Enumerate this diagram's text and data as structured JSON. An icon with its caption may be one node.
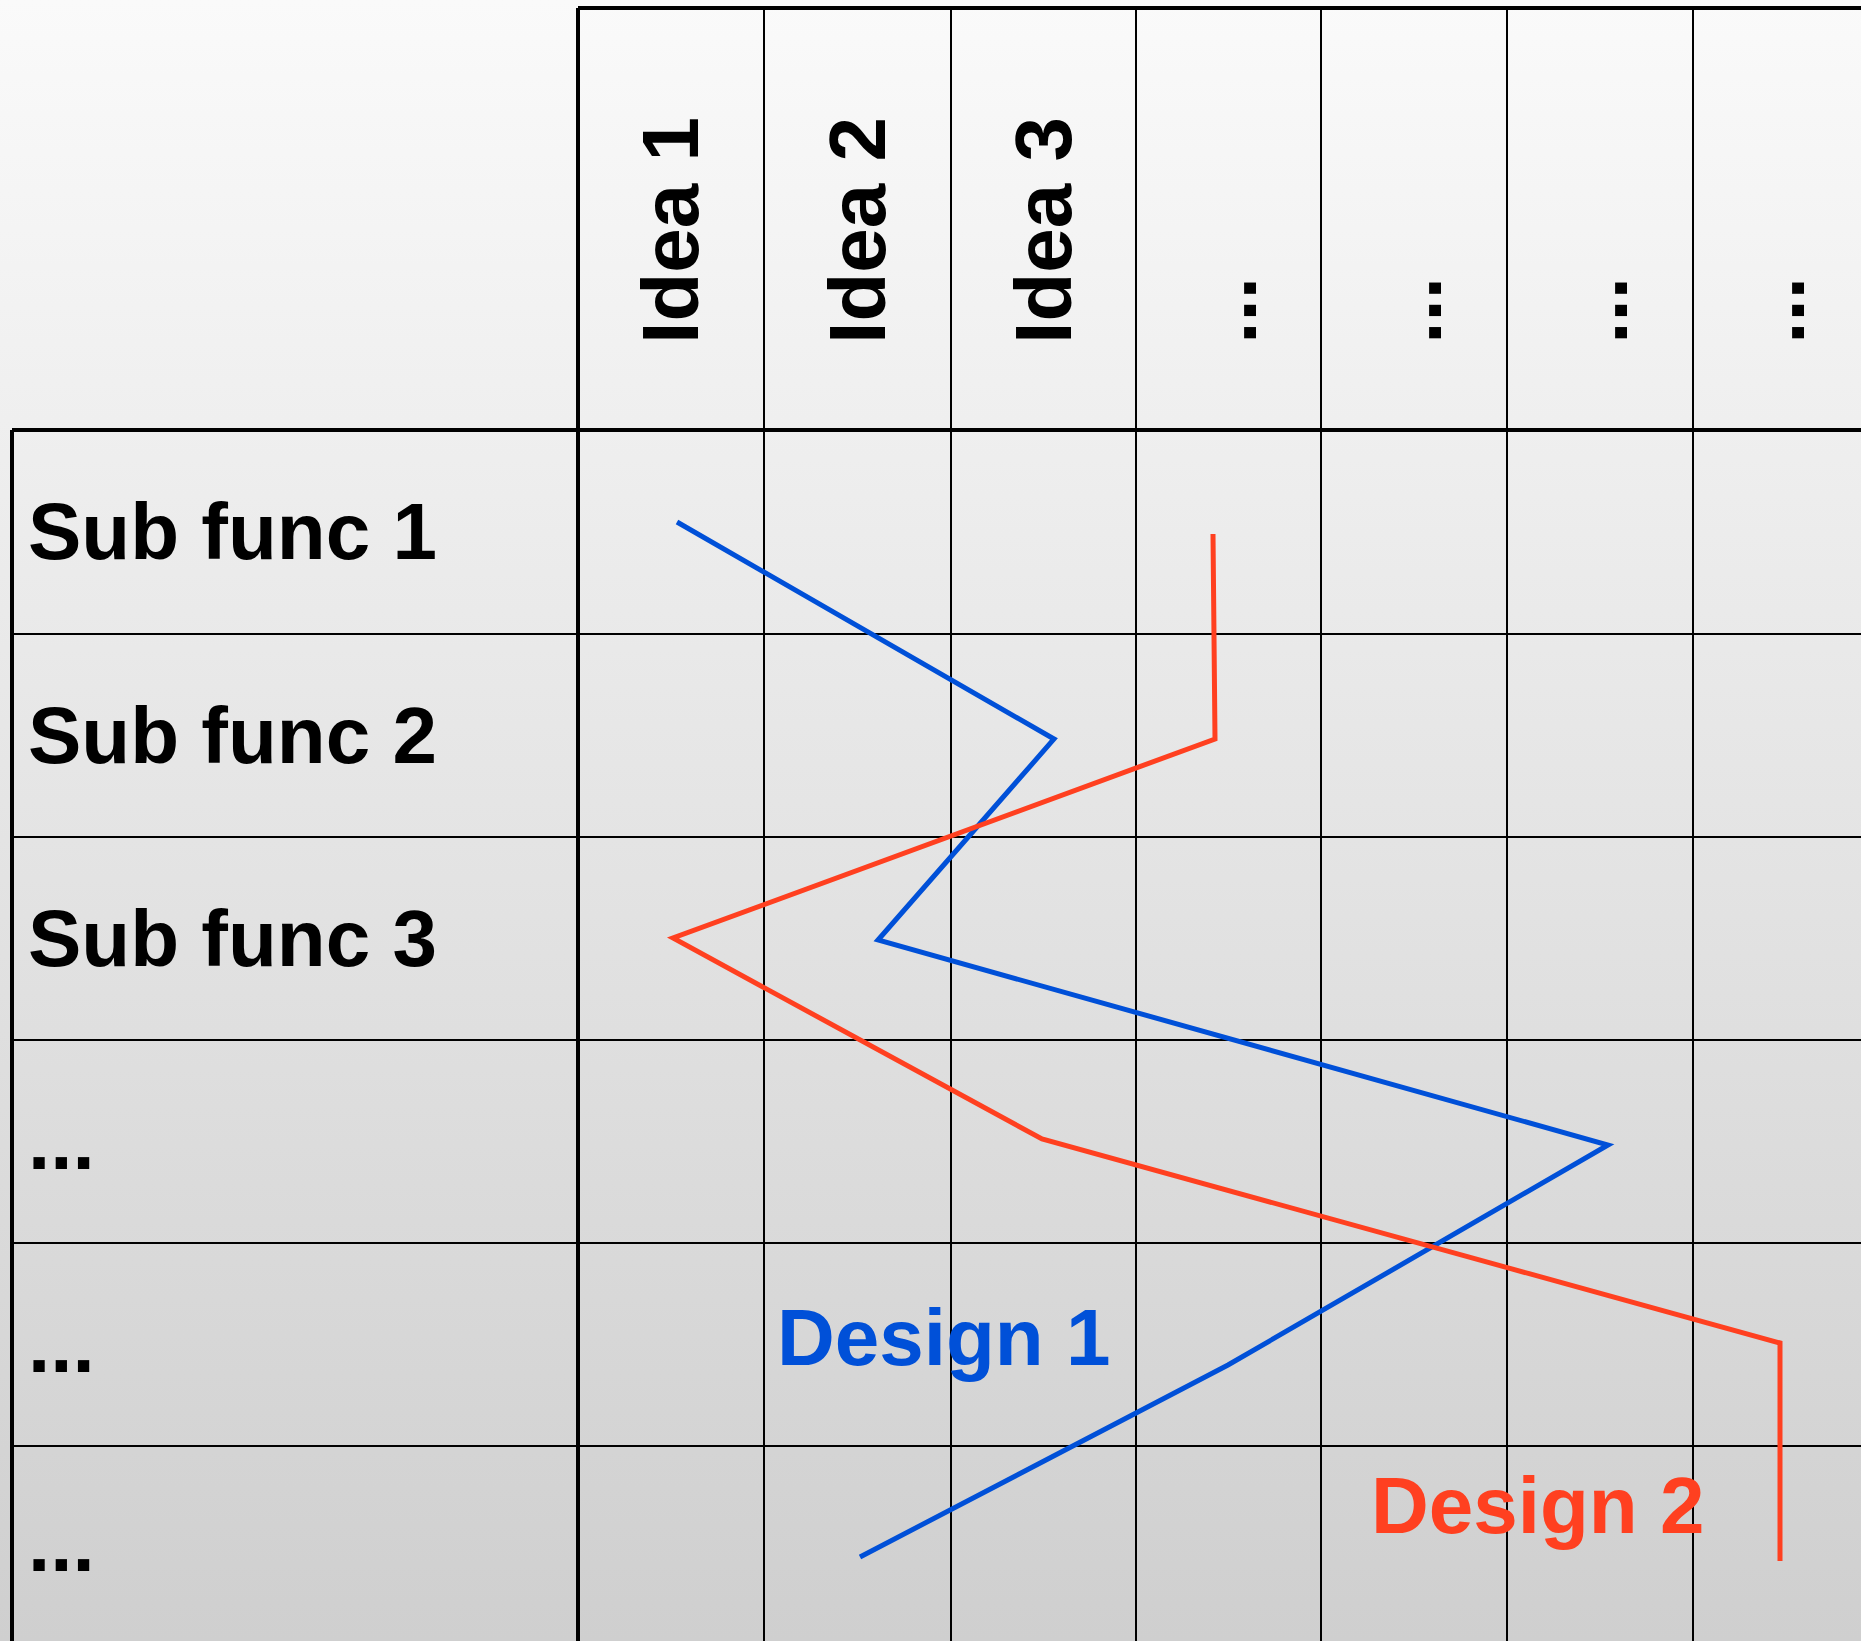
{
  "diagram": {
    "labels": [
      "Idea 1",
      "Idea 2",
      "Idea 3",
      "...",
      "...",
      "...",
      "...",
      "Sub func 1",
      "Sub func 2",
      "Sub func 3",
      "...",
      "...",
      "...",
      "Design 1",
      "Design 2"
    ]
  }
}
